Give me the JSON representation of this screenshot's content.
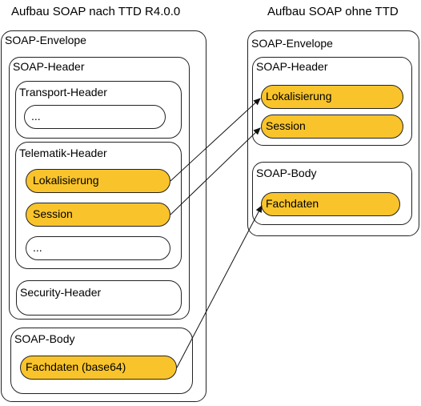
{
  "left": {
    "title": "Aufbau SOAP nach TTD R4.0.0",
    "envelope": "SOAP-Envelope",
    "header": "SOAP-Header",
    "transport_header": "Transport-Header",
    "transport_item": "...",
    "telematik_header": "Telematik-Header",
    "lokalisierung": "Lokalisierung",
    "session": "Session",
    "telematik_item": "...",
    "security_header": "Security-Header",
    "body": "SOAP-Body",
    "fachdaten": "Fachdaten (base64)"
  },
  "right": {
    "title": "Aufbau SOAP ohne TTD",
    "envelope": "SOAP-Envelope",
    "header": "SOAP-Header",
    "lokalisierung": "Lokalisierung",
    "session": "Session",
    "body": "SOAP-Body",
    "fachdaten": "Fachdaten"
  },
  "colors": {
    "highlight": "#f9c42b",
    "border": "#222222"
  }
}
